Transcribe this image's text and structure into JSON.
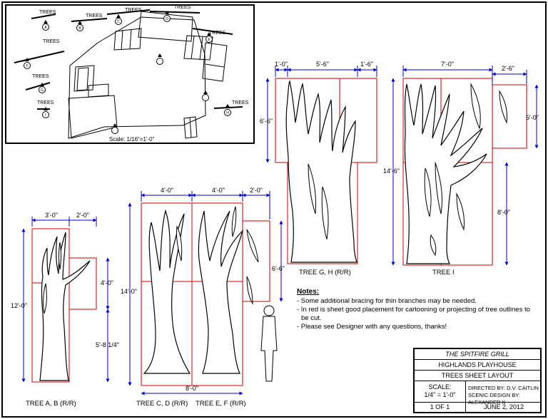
{
  "plan": {
    "tree_tags": [
      "TREES",
      "TREES",
      "TREES",
      "TREES",
      "TREES",
      "TREES",
      "TREES",
      "TREES",
      "TREES"
    ],
    "markers": [
      "A",
      "B",
      "C",
      "D",
      "E",
      "F",
      "G",
      "H",
      "I"
    ],
    "scale": "Scale: 1/16\"=1'-0\""
  },
  "trees_ab": {
    "label": "TREE A, B (R/R)",
    "dims": {
      "w1": "3'-0\"",
      "w2": "2'-0\"",
      "h_total": "12'-0\"",
      "h_branch": "4'-0\"",
      "h_lower": "5'-8 1/4\""
    }
  },
  "trees_cdef": {
    "label_left": "TREE C, D (R/R)",
    "label_right": "TREE E, F (R/R)",
    "dims": {
      "w1": "4'-0\"",
      "w2": "4'-0\"",
      "w3": "2'-0\"",
      "w_total": "8'-0\"",
      "h_total": "14'-0\"",
      "h_branch": "6'-6\""
    }
  },
  "trees_gh": {
    "label": "TREE G, H (R/R)",
    "dims": {
      "w1": "1'-0\"",
      "w2": "5'-6\"",
      "w3": "1'-6\"",
      "h_top": "6'-6\""
    }
  },
  "tree_i": {
    "label": "TREE I",
    "dims": {
      "w1": "7'-0\"",
      "w2": "2'-6\"",
      "h_total": "14'-6\"",
      "h_branch": "5'-0\"",
      "h_lower": "8'-0\""
    }
  },
  "notes": {
    "title": "Notes:",
    "items": [
      "- Some additional bracing for thin branches may be needed.",
      "- In red is sheet good placement for cartooning or projecting of tree outlines to be cut.",
      "- Please see Designer with any questions, thanks!"
    ]
  },
  "title_block": {
    "show": "THE SPITFIRE GRILL",
    "venue": "HIGHLANDS PLAYHOUSE",
    "sheet_title": "TREES SHEET LAYOUT",
    "scale_label": "SCALE:",
    "scale_value": "1/4\" = 1'-0\"",
    "directed_by": "DIRECTED BY: D.V. CAITLIN",
    "scenic_design": "SCENIC DESIGN BY: ALEXANDER K",
    "page": "1 OF 1",
    "date": "JUNE 2, 2012"
  },
  "colors": {
    "sheet_lines": "#cc0000",
    "dimension_lines": "#0000cc",
    "outline": "#000000"
  }
}
